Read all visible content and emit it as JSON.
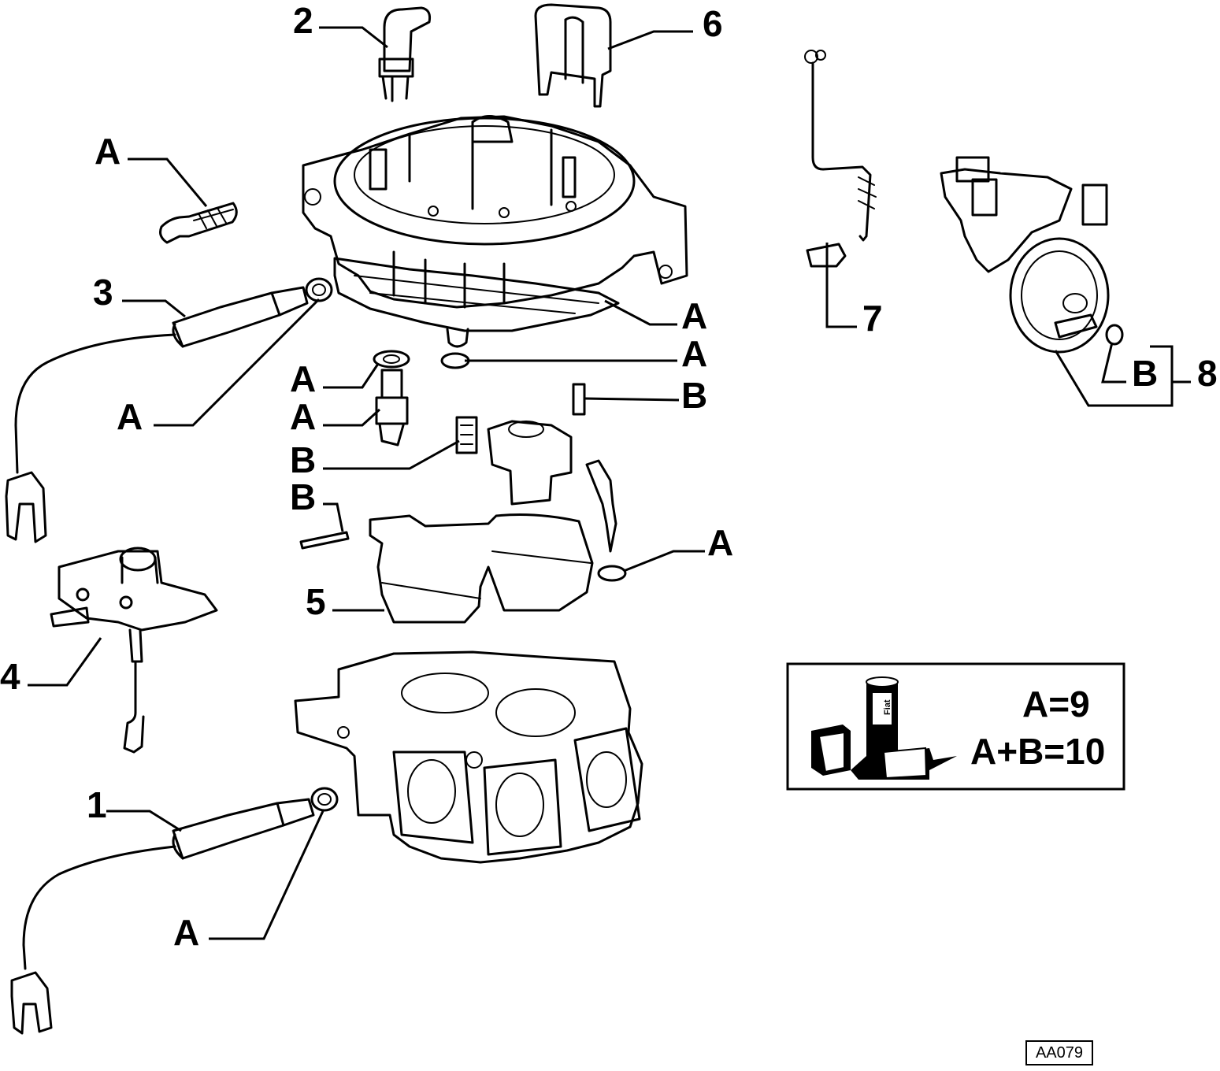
{
  "callouts": {
    "c1": "1",
    "c2": "2",
    "c3": "3",
    "c4": "4",
    "c5": "5",
    "c6": "6",
    "c7": "7",
    "c8": "8",
    "a": "A",
    "b": "B"
  },
  "kit_legend": {
    "line1": "A=9",
    "line2": "A+B=10",
    "can_label": "Fiat"
  },
  "drawing_code": "AA079"
}
